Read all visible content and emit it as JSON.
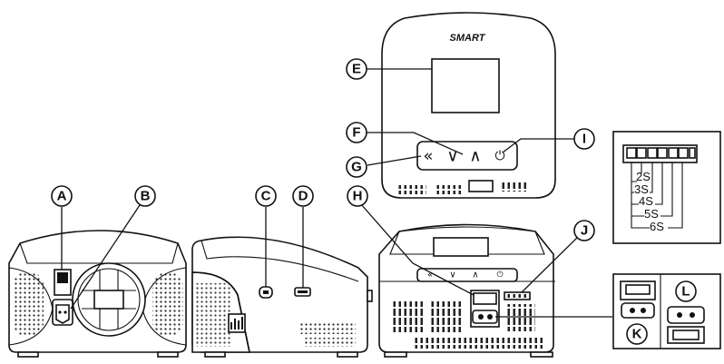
{
  "brand": {
    "logo_text": "SMART"
  },
  "panel": {
    "buttons": [
      {
        "id": "back",
        "glyph": "«"
      },
      {
        "id": "down",
        "glyph": "∨"
      },
      {
        "id": "up",
        "glyph": "∧"
      },
      {
        "id": "power",
        "glyph": "⏻"
      }
    ]
  },
  "callouts": {
    "A": "A",
    "B": "B",
    "C": "C",
    "D": "D",
    "E": "E",
    "F": "F",
    "G": "G",
    "H": "H",
    "I": "I",
    "J": "J",
    "K": "K",
    "L": "L"
  },
  "balance_labels": [
    "2S",
    "3S",
    "4S",
    "5S",
    "6S"
  ]
}
